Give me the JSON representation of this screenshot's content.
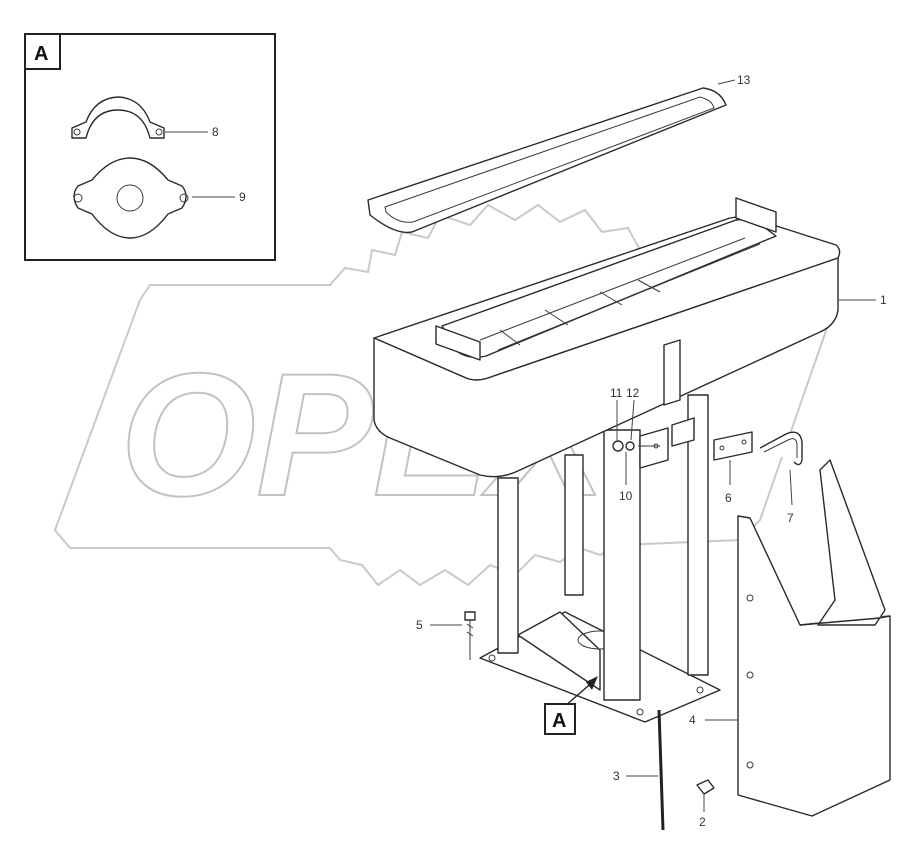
{
  "watermark": "OPEX",
  "inset": {
    "tag": "A"
  },
  "detail_tag": "A",
  "callouts": {
    "c1": "1",
    "c2": "2",
    "c3": "3",
    "c4": "4",
    "c5": "5",
    "c6": "6",
    "c7": "7",
    "c8": "8",
    "c9": "9",
    "c10": "10",
    "c11": "11",
    "c12": "12",
    "c13": "13"
  }
}
